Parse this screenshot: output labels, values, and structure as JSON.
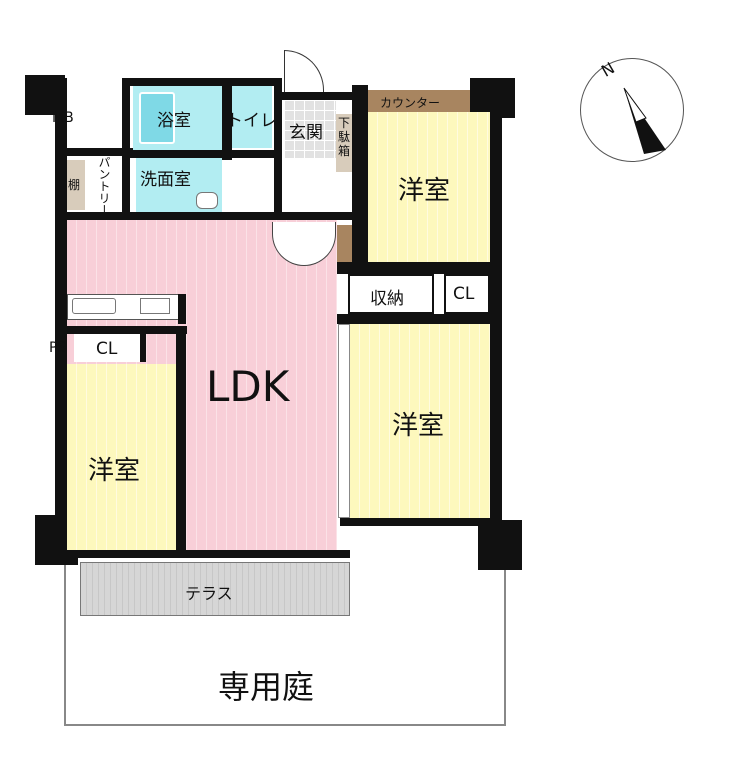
{
  "rooms": {
    "bath": "浴室",
    "toilet": "トイレ",
    "entrance": "玄関",
    "shoe_box": "下駄箱",
    "counter": "カウンター",
    "bedroom_ne": "洋室",
    "washroom": "洗面室",
    "pantry": "パントリー",
    "shelf": "棚",
    "mb": "MB",
    "ps": "PS",
    "ldk": "LDK",
    "storage": "収納",
    "cl_right": "CL",
    "cl_left": "CL",
    "bedroom_e": "洋室",
    "bedroom_w": "洋室",
    "terrace": "テラス",
    "garden": "専用庭"
  },
  "compass": {
    "label": "N"
  },
  "colors": {
    "ldk": "#f8cfd8",
    "bedroom": "#fdf8bd",
    "wet": "#b2edf2",
    "wall": "#111111"
  }
}
